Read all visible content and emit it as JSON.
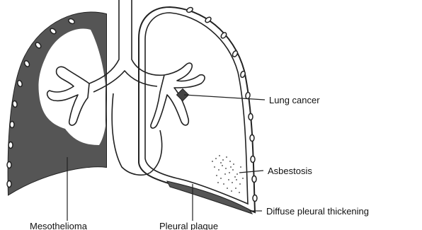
{
  "labels": {
    "lung_cancer": "Lung cancer",
    "asbestosis": "Asbestosis",
    "diffuse_pleural_thickening": "Diffuse pleural thickening",
    "mesothelioma": "Mesothelioma",
    "pleural_plaque": "Pleural plaque"
  },
  "colors": {
    "line": "#222222",
    "shading": "#555555",
    "background": "#ffffff"
  }
}
